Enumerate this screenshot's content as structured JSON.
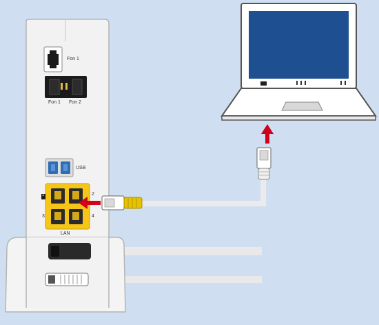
{
  "router": {
    "fon_port_label": "Fon 1",
    "fon_sockets": [
      "Fon 1",
      "Fon 2"
    ],
    "usb_label": "USB",
    "lan_label": "LAN",
    "lan_port_numbers": [
      "1",
      "2",
      "3",
      "4"
    ]
  },
  "colors": {
    "background": "#cfdff1",
    "router_body": "#f2f2f2",
    "lan_block": "#f5c518",
    "usb_port": "#2f6db5",
    "laptop_screen": "#1d4f91",
    "arrow": "#d0021b",
    "cable_plug": "#e8c200"
  },
  "icons": [
    "left-arrow-icon",
    "up-arrow-icon",
    "ethernet-plug-icon"
  ]
}
